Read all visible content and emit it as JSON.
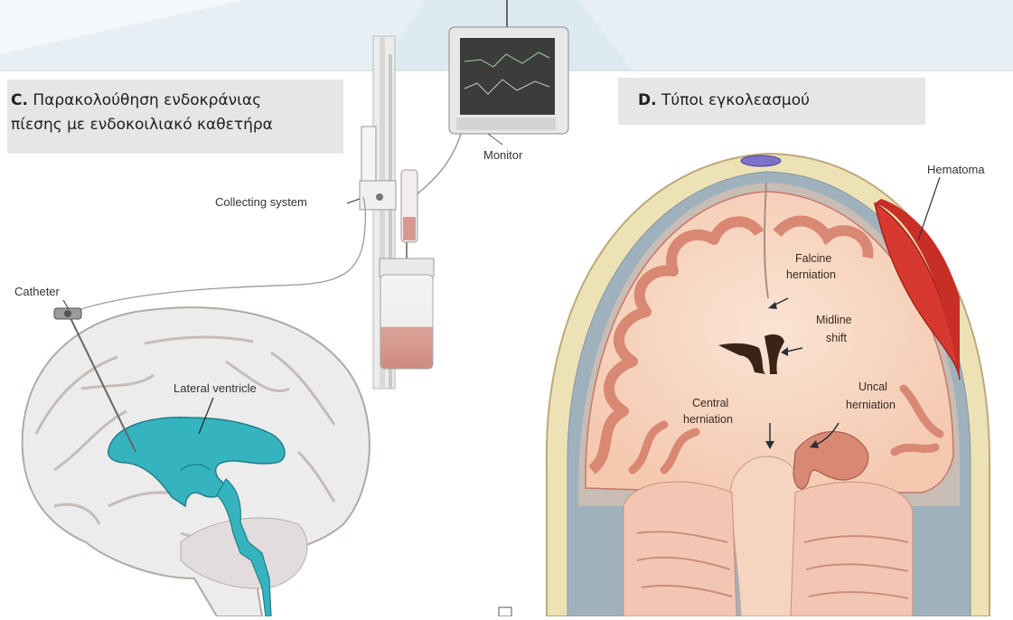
{
  "panel_c": {
    "letter": "C.",
    "title_line1": "Παρακολούθηση ενδοκράνιας",
    "title_line2": "πίεσης με ενδοκοιλιακό καθετήρα",
    "labels": {
      "monitor": "Monitor",
      "collecting_system": "Collecting system",
      "catheter": "Catheter",
      "lateral_ventricle": "Lateral ventricle"
    }
  },
  "panel_d": {
    "letter": "D.",
    "title": "Τύποι εγκολεασμού",
    "labels": {
      "hematoma": "Hematoma",
      "falcine_line1": "Falcine",
      "falcine_line2": "herniation",
      "midline_line1": "Midline",
      "midline_line2": "shift",
      "central_line1": "Central",
      "central_line2": "herniation",
      "uncal_line1": "Uncal",
      "uncal_line2": "herniation"
    }
  },
  "colors": {
    "ventricle": "#35b3bf",
    "hematoma": "#d8392f",
    "brain_tissue": "#f1c2a8",
    "cortex": "#d98874",
    "skull": "#ede2b6",
    "dura": "#9fb1bc",
    "background_band": "#e2eef2"
  }
}
